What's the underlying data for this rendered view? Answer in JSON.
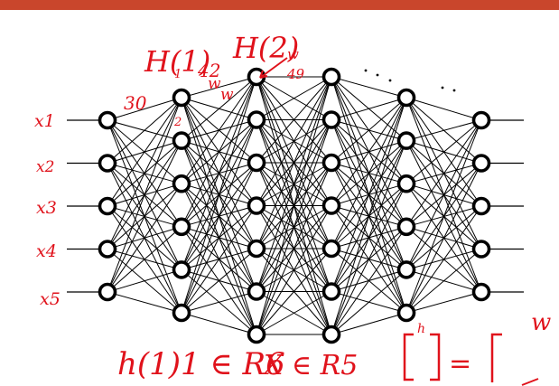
{
  "diagram": {
    "type": "fully-connected neural network",
    "layer_node_counts": [
      5,
      6,
      7,
      7,
      6,
      5
    ],
    "input_lines": 5,
    "output_lines": 5,
    "colors": {
      "top_bar": "#c9462c",
      "annotation_ink": "#e0121b",
      "network": "#000000"
    }
  },
  "annotations": {
    "input_labels": [
      "x1",
      "x2",
      "x3",
      "x4",
      "x5"
    ],
    "layer1_label": "H(1)",
    "layer2_label": "H(2)",
    "weight_count_1": "30",
    "weight_count_2": "42",
    "weight_count_3": "49",
    "node_label_1": "1",
    "node_label_2": "2",
    "weight_symbol_1": "w",
    "weight_symbol_2": "w",
    "weight_symbol_3": "w",
    "weight_symbol_right": "w",
    "h_subscript_text": "h(1)1 ∈ R6",
    "x_membership_text": "X ∈ R5",
    "bottom_h": "h",
    "equals": "="
  }
}
